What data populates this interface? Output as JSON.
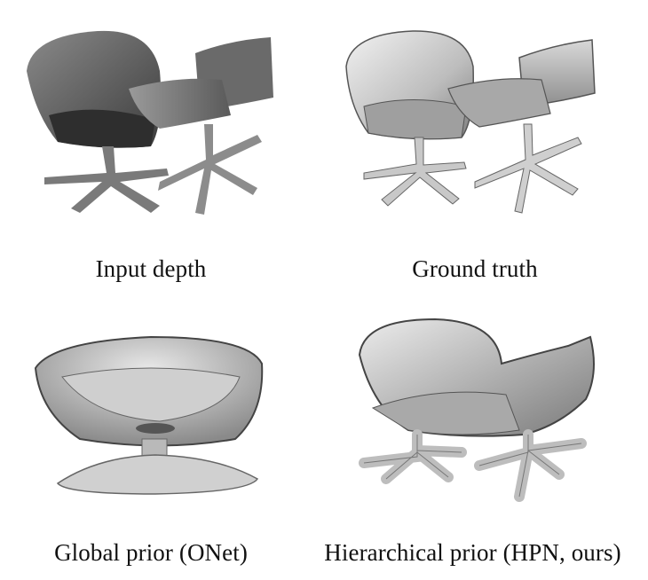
{
  "figure": {
    "panels": [
      {
        "id": "input-depth",
        "caption": "Input depth"
      },
      {
        "id": "ground-truth",
        "caption": "Ground truth"
      },
      {
        "id": "global-prior",
        "caption": "Global prior (ONet)"
      },
      {
        "id": "hierarchical-prior",
        "caption": "Hierarchical prior (HPN, ours)"
      }
    ]
  }
}
